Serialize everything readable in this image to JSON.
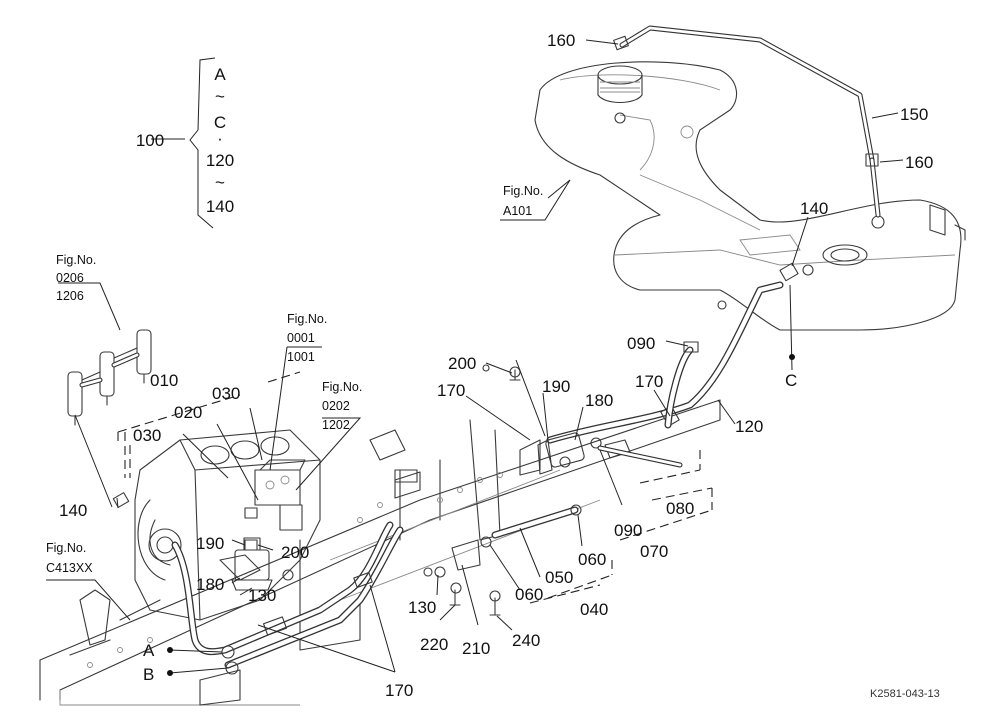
{
  "bracket_group": {
    "number": "100",
    "items": [
      "A",
      "~",
      "C",
      "·",
      "120",
      "~",
      "140"
    ]
  },
  "fig_refs": [
    {
      "label": "Fig.No.",
      "codes": [
        "A101"
      ]
    },
    {
      "label": "Fig.No.",
      "codes": [
        "0206",
        "1206"
      ]
    },
    {
      "label": "Fig.No.",
      "codes": [
        "0001",
        "1001"
      ]
    },
    {
      "label": "Fig.No.",
      "codes": [
        "0202",
        "1202"
      ]
    },
    {
      "label": "Fig.No.",
      "codes": [
        "C413XX"
      ]
    }
  ],
  "part_labels": [
    "160",
    "150",
    "160",
    "140",
    "090",
    "C",
    "170",
    "120",
    "200",
    "190",
    "180",
    "170",
    "010",
    "030",
    "020",
    "030",
    "140",
    "190",
    "200",
    "180",
    "130",
    "A",
    "B",
    "170",
    "130",
    "220",
    "210",
    "240",
    "060",
    "050",
    "060",
    "040",
    "090",
    "080",
    "070"
  ],
  "drawing_code": "K2581-043-13"
}
